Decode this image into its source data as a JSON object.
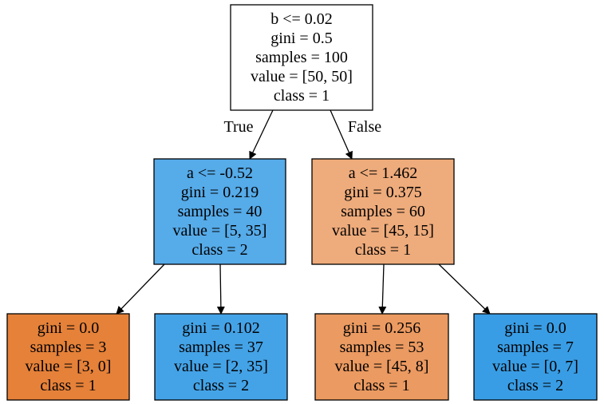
{
  "diagram": {
    "type": "decision-tree",
    "criterion": "gini",
    "nodes": [
      {
        "id": "root",
        "fill": "#ffffff",
        "lines": [
          "b <= 0.02",
          "gini = 0.5",
          "samples = 100",
          "value = [50, 50]",
          "class = 1"
        ]
      },
      {
        "id": "left",
        "fill": "#56abe9",
        "lines": [
          "a <= -0.52",
          "gini = 0.219",
          "samples = 40",
          "value = [5, 35]",
          "class = 2"
        ]
      },
      {
        "id": "right",
        "fill": "#eeab7b",
        "lines": [
          "a <= 1.462",
          "gini = 0.375",
          "samples = 60",
          "value = [45, 15]",
          "class = 1"
        ]
      },
      {
        "id": "leaf-ll",
        "fill": "#e58139",
        "lines": [
          "gini = 0.0",
          "samples = 3",
          "value = [3, 0]",
          "class = 1"
        ]
      },
      {
        "id": "leaf-lr",
        "fill": "#44a3e7",
        "lines": [
          "gini = 0.102",
          "samples = 37",
          "value = [2, 35]",
          "class = 2"
        ]
      },
      {
        "id": "leaf-rl",
        "fill": "#eb9a61",
        "lines": [
          "gini = 0.256",
          "samples = 53",
          "value = [45, 8]",
          "class = 1"
        ]
      },
      {
        "id": "leaf-rr",
        "fill": "#399de5",
        "lines": [
          "gini = 0.0",
          "samples = 7",
          "value = [0, 7]",
          "class = 2"
        ]
      }
    ],
    "edges": [
      {
        "from": "root",
        "to": "left",
        "label": "True"
      },
      {
        "from": "root",
        "to": "right",
        "label": "False"
      },
      {
        "from": "left",
        "to": "leaf-ll",
        "label": ""
      },
      {
        "from": "left",
        "to": "leaf-lr",
        "label": ""
      },
      {
        "from": "right",
        "to": "leaf-rl",
        "label": ""
      },
      {
        "from": "right",
        "to": "leaf-rr",
        "label": ""
      }
    ],
    "border_color": "#000000",
    "edge_color": "#000000"
  }
}
